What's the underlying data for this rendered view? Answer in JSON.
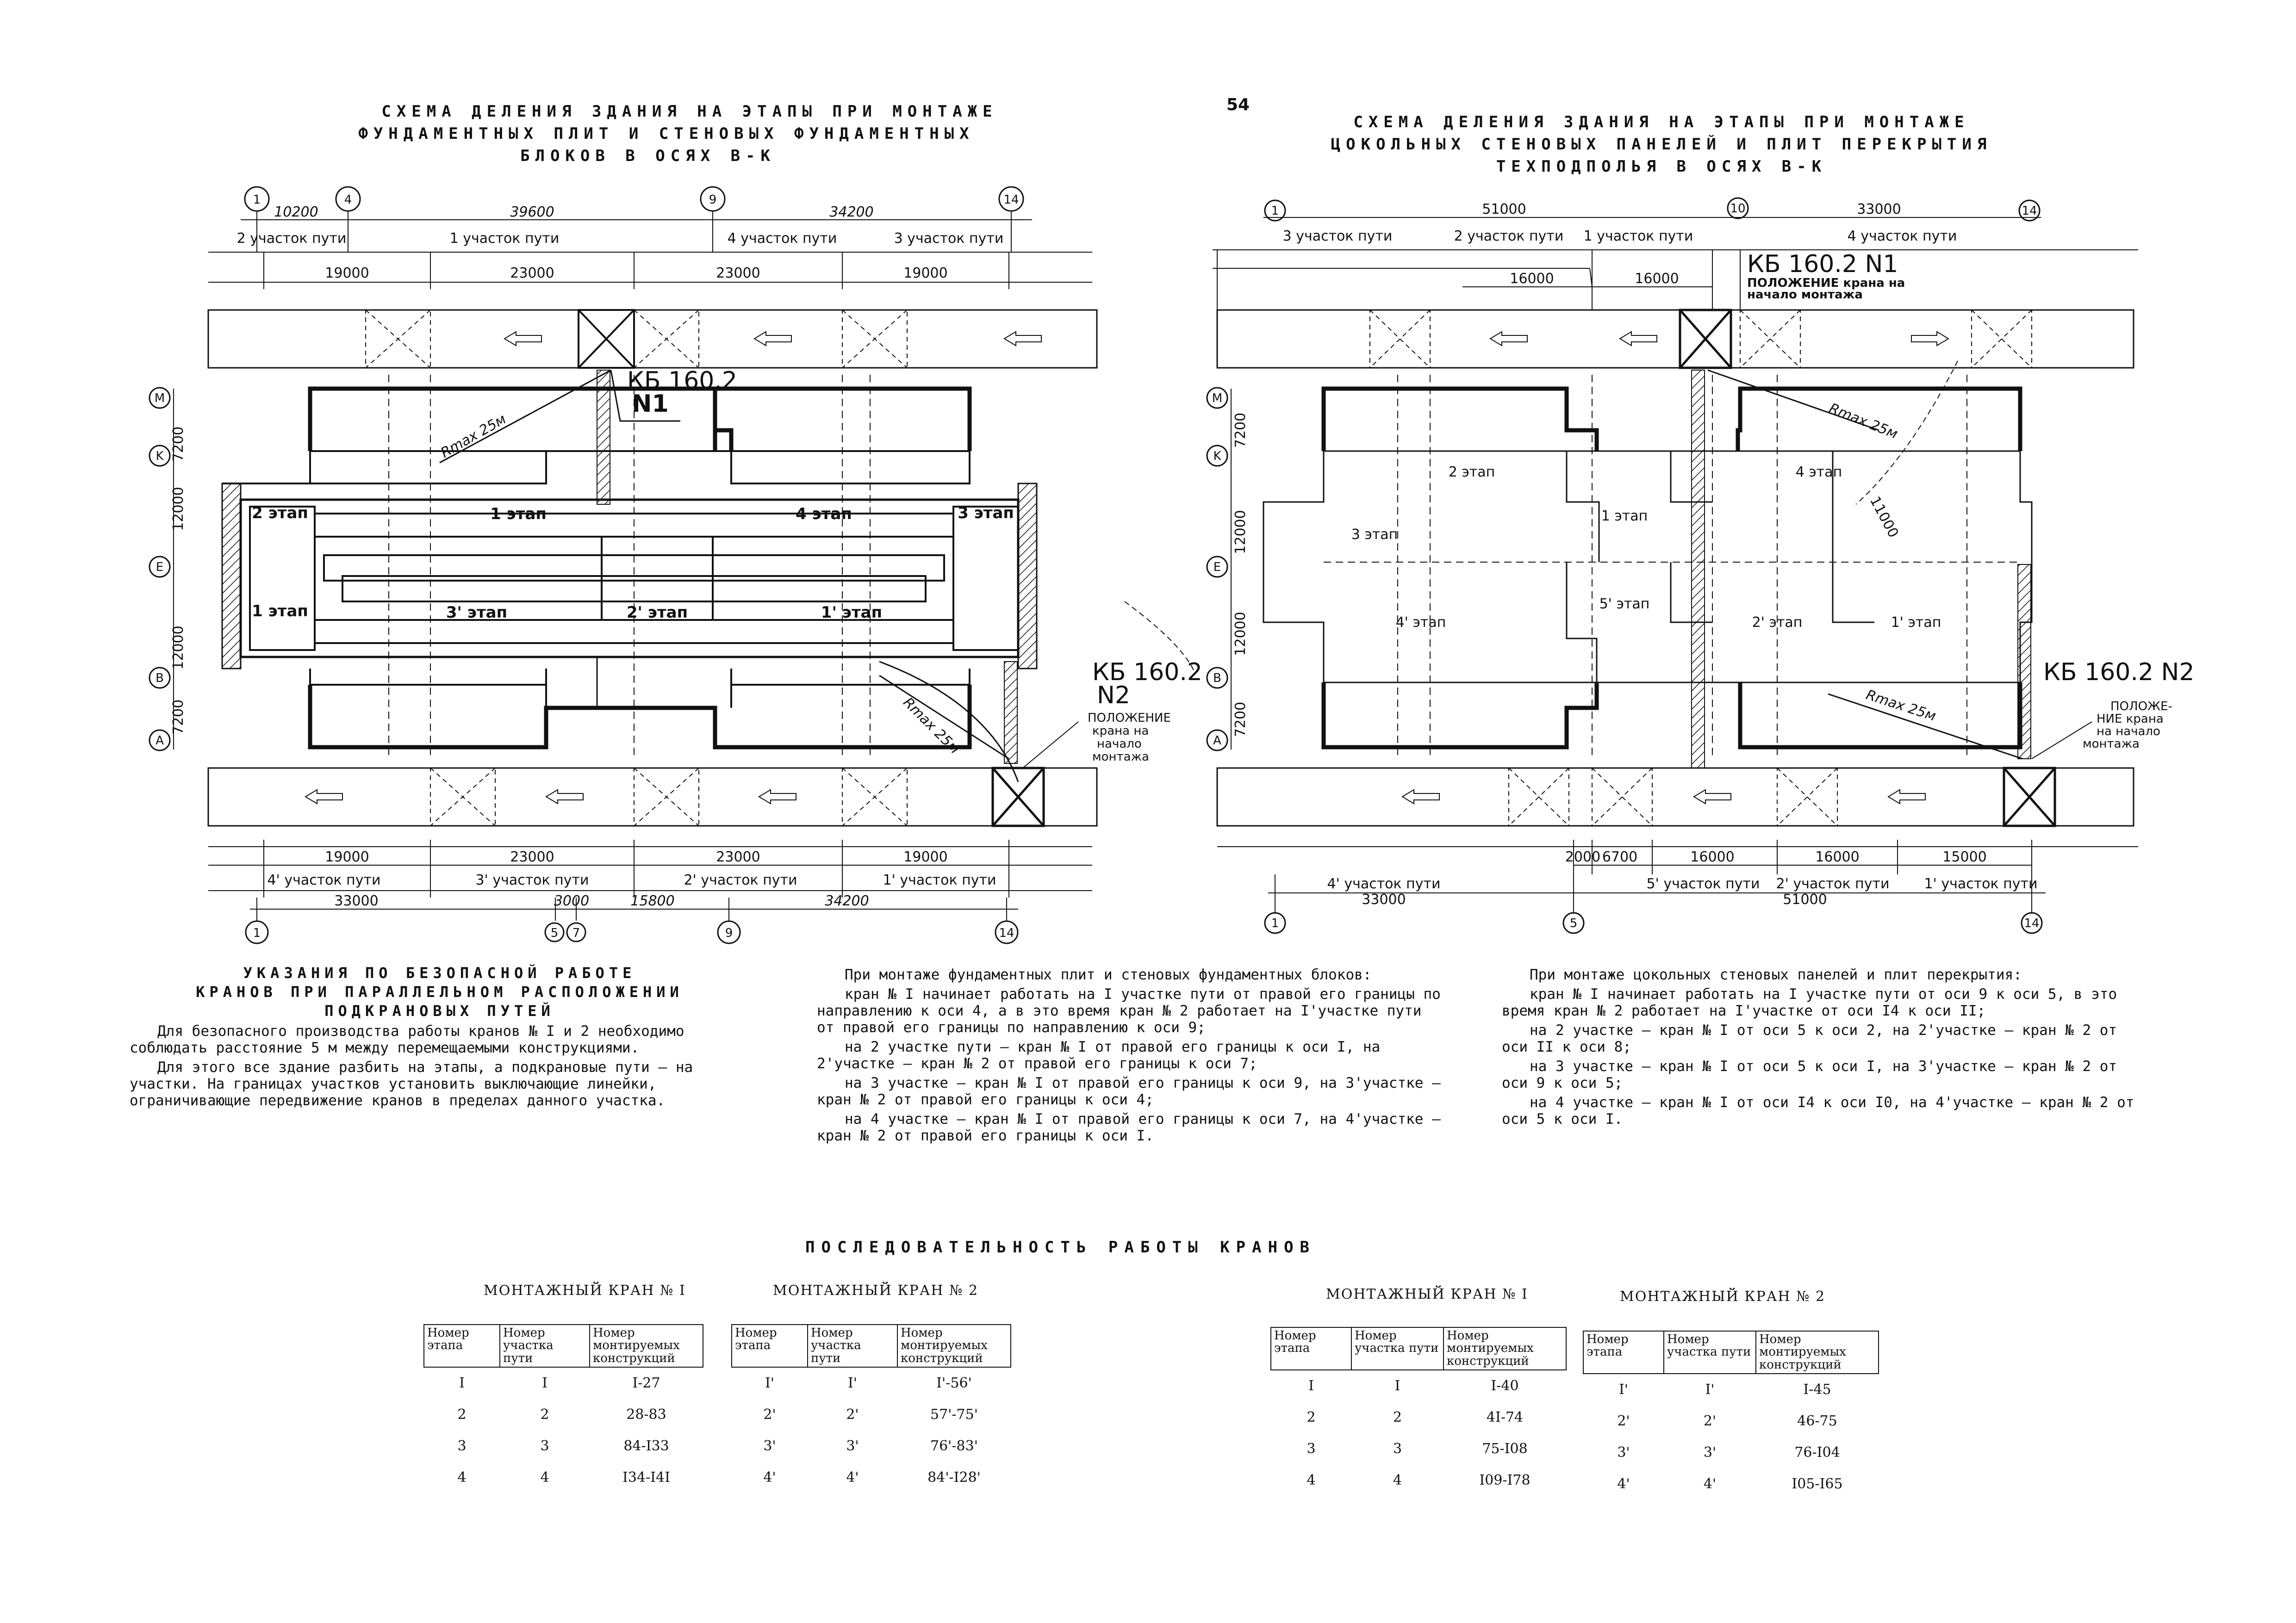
{
  "page_number": "54",
  "left_plan": {
    "title": [
      "СХЕМА ДЕЛЕНИЯ ЗДАНИЯ НА ЭТАПЫ ПРИ МОНТАЖЕ",
      "ФУНДАМЕНТНЫХ ПЛИТ И СТЕНОВЫХ ФУНДАМЕНТНЫХ",
      "БЛОКОВ В ОСЯХ В-К"
    ],
    "top_axes": [
      "1",
      "4",
      "9",
      "14"
    ],
    "top_dims": [
      "10200",
      "39600",
      "34200"
    ],
    "top_sections": [
      "2 участок пути",
      "1 участок пути",
      "4 участок пути",
      "3 участок пути"
    ],
    "top_sub_dims": [
      "19000",
      "23000",
      "23000",
      "19000"
    ],
    "rows": [
      "M",
      "K",
      "E",
      "B",
      "A"
    ],
    "row_dims": [
      "7200",
      "12000",
      "12000",
      "7200"
    ],
    "stages_top": [
      "2 этап",
      "1 этап",
      "4 этап",
      "3 этап"
    ],
    "stages_bottom": [
      "1 этап",
      "3' этап",
      "2' этап",
      "1' этап"
    ],
    "crane1": [
      "КБ 160.2",
      "N1"
    ],
    "crane2": [
      "КБ 160.2",
      "N2"
    ],
    "radius1": "Rmax 25м",
    "radius2": "Rmax 25м",
    "start_note": [
      "ПОЛОЖЕНИЕ",
      "крана на",
      "начало",
      "монтажа"
    ],
    "bottom_sub_dims": [
      "19000",
      "23000",
      "23000",
      "19000"
    ],
    "bottom_sections": [
      "4' участок пути",
      "3' участок пути",
      "2' участок пути",
      "1' участок пути"
    ],
    "bottom_dims": [
      "33000",
      "3000",
      "15800",
      "34200"
    ],
    "bottom_axes": [
      "1",
      "5",
      "7",
      "9",
      "14"
    ]
  },
  "right_plan": {
    "title": [
      "СХЕМА ДЕЛЕНИЯ ЗДАНИЯ НА ЭТАПЫ ПРИ МОНТАЖЕ",
      "ЦОКОЛЬНЫХ СТЕНОВЫХ ПАНЕЛЕЙ И ПЛИТ ПЕРЕКРЫТИЯ",
      "ТЕХПОДПОЛЬЯ В ОСЯХ В-К"
    ],
    "top_axes": [
      "1",
      "10",
      "14"
    ],
    "top_dims": [
      "51000",
      "33000"
    ],
    "top_sections": [
      "3 участок пути",
      "2 участок пути",
      "1 участок пути",
      "4 участок пути"
    ],
    "top_sub_dims": [
      "16000",
      "16000"
    ],
    "rows": [
      "M",
      "K",
      "E",
      "B",
      "A"
    ],
    "row_dims": [
      "7200",
      "12000",
      "12000",
      "7200"
    ],
    "stages": [
      "2 этап",
      "1 этап",
      "4 этап",
      "3 этап",
      "4' этап",
      "5' этап",
      "2' этап",
      "1' этап"
    ],
    "crane1": "КБ 160.2 N1",
    "crane1_note": [
      "ПОЛОЖЕНИЕ крана на",
      "начало монтажа"
    ],
    "crane2": "КБ 160.2 N2",
    "radius1": "Rmax 25м",
    "radius2": "Rmax 25м",
    "dim_11000": "11000",
    "start_note": [
      "ПОЛОЖЕ-",
      "НИЕ крана",
      "на начало",
      "монтажа"
    ],
    "bottom_sub_dims": [
      "2000",
      "6700",
      "16000",
      "16000",
      "15000"
    ],
    "bottom_sections": [
      "4' участок пути",
      "5' участок пути",
      "2' участок пути",
      "1' участок пути"
    ],
    "bottom_dims": [
      "33000",
      "51000"
    ],
    "bottom_axes": [
      "1",
      "5",
      "14"
    ]
  },
  "safety": {
    "title": [
      "УКАЗАНИЯ ПО БЕЗОПАСНОЙ РАБОТЕ",
      "КРАНОВ ПРИ ПАРАЛЛЕЛЬНОМ РАСПОЛОЖЕНИИ",
      "ПОДКРАНОВЫХ ПУТЕЙ"
    ],
    "p1": "Для безопасного производства работы кранов № I и 2 необходимо соблюдать расстояние 5 м между перемещаемыми конструкциями.",
    "p2": "Для этого все здание разбить на этапы, а подкрановые пути – на участки. На границах участков установить выключающие линейки, ограничивающие передвижение кранов в пределах данного участка."
  },
  "found_notes": {
    "head": "При монтаже фундаментных плит и стеновых фундаментных блоков:",
    "p1": "кран № I начинает работать на I участке пути от правой его границы по направлению к оси 4, а в это время кран № 2 работает на I'участке пути от правой его границы по направлению к оси 9;",
    "p2": "на 2 участке пути – кран № I от правой его границы к оси I, на 2'участке – кран № 2 от правой его границы к оси 7;",
    "p3": "на 3 участке – кран № I от правой его границы к оси 9, на 3'участке – кран № 2 от правой его границы к оси 4;",
    "p4": "на 4 участке – кран № I от правой его границы к оси 7, на 4'участке – кран № 2 от правой его границы к оси I."
  },
  "plinth_notes": {
    "head": "При монтаже цокольных стеновых панелей и плит перекрытия:",
    "p1": "кран № I начинает работать на I участке пути от оси 9 к оси 5, в это время кран № 2 работает на I'участке от оси I4 к оси II;",
    "p2": "на 2 участке – кран № I от оси 5 к оси 2, на 2'участке – кран № 2 от оси II к оси 8;",
    "p3": "на 3 участке – кран № I от оси 5 к оси I, на 3'участке – кран № 2 от оси 9 к оси 5;",
    "p4": "на 4 участке – кран № I от оси I4 к оси I0, на 4'участке – кран № 2 от оси 5 к оси I."
  },
  "sequence": {
    "title": "ПОСЛЕДОВАТЕЛЬНОСТЬ РАБОТЫ КРАНОВ",
    "headers": [
      "Номер этапа",
      "Номер участка пути",
      "Номер монтируемых конструкций"
    ],
    "tables": [
      {
        "caption": "МОНТАЖНЫЙ КРАН № I",
        "rows": [
          [
            "I",
            "I",
            "I-27"
          ],
          [
            "2",
            "2",
            "28-83"
          ],
          [
            "3",
            "3",
            "84-I33"
          ],
          [
            "4",
            "4",
            "I34-I4I"
          ]
        ]
      },
      {
        "caption": "МОНТАЖНЫЙ КРАН № 2",
        "rows": [
          [
            "I'",
            "I'",
            "I'-56'"
          ],
          [
            "2'",
            "2'",
            "57'-75'"
          ],
          [
            "3'",
            "3'",
            "76'-83'"
          ],
          [
            "4'",
            "4'",
            "84'-I28'"
          ]
        ]
      },
      {
        "caption": "МОНТАЖНЫЙ КРАН № I",
        "rows": [
          [
            "I",
            "I",
            "I-40"
          ],
          [
            "2",
            "2",
            "4I-74"
          ],
          [
            "3",
            "3",
            "75-I08"
          ],
          [
            "4",
            "4",
            "I09-I78"
          ]
        ]
      },
      {
        "caption": "МОНТАЖНЫЙ КРАН № 2",
        "rows": [
          [
            "I'",
            "I'",
            "I-45"
          ],
          [
            "2'",
            "2'",
            "46-75"
          ],
          [
            "3'",
            "3'",
            "76-I04"
          ],
          [
            "4'",
            "4'",
            "I05-I65"
          ]
        ]
      }
    ]
  }
}
